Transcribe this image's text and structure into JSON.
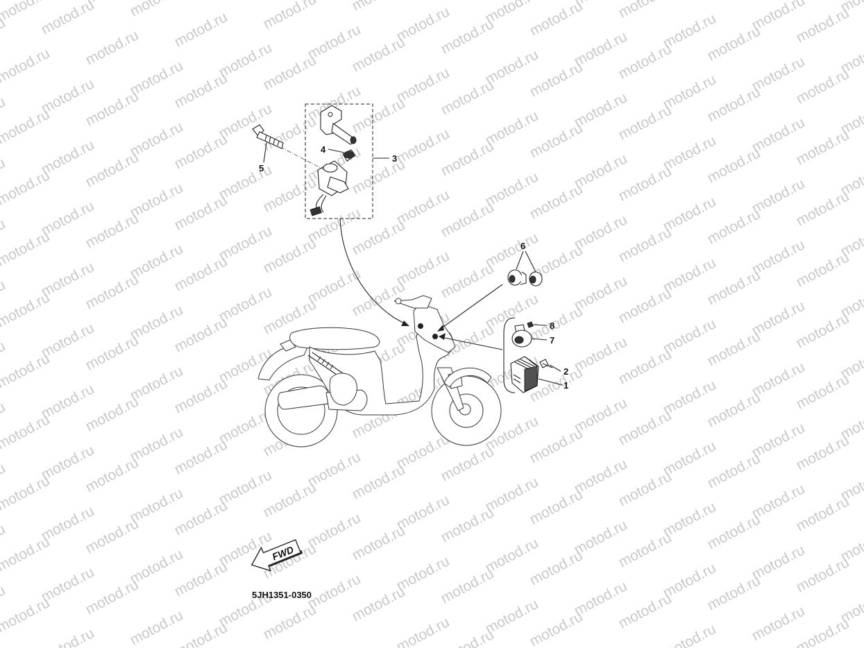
{
  "watermark": {
    "text": "motod.ru",
    "color": "#c9c9c9"
  },
  "diagram": {
    "code": "5JH1351-0350",
    "forward_label": "FWD",
    "callouts": [
      {
        "id": "c1",
        "label": "1"
      },
      {
        "id": "c2",
        "label": "2"
      },
      {
        "id": "c3",
        "label": "3"
      },
      {
        "id": "c4",
        "label": "4"
      },
      {
        "id": "c5",
        "label": "5"
      },
      {
        "id": "c6",
        "label": "6"
      },
      {
        "id": "c7",
        "label": "7"
      },
      {
        "id": "c8",
        "label": "8"
      }
    ]
  }
}
